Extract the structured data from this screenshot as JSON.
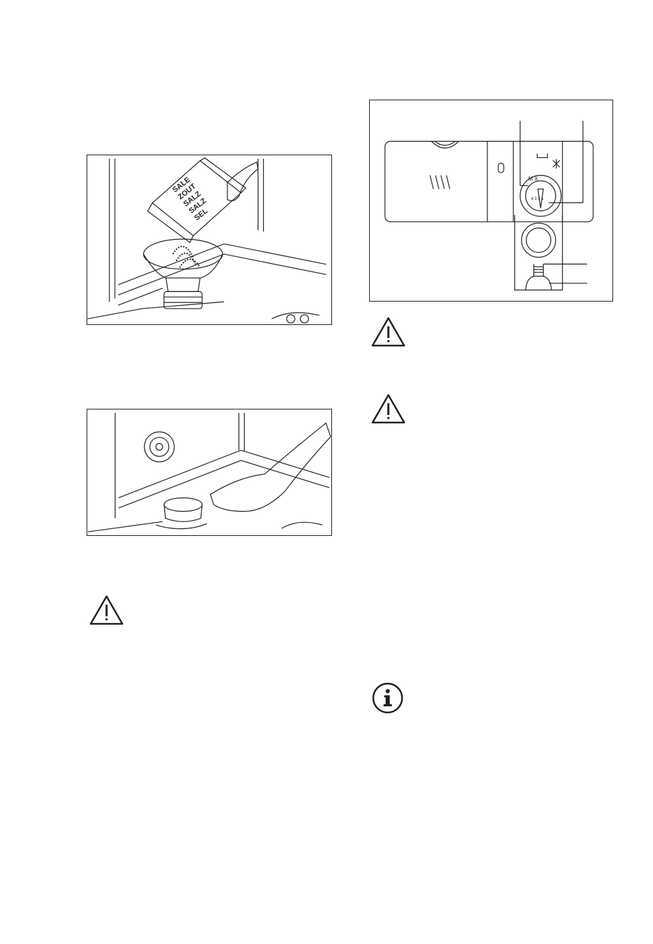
{
  "salt_box": {
    "labels": [
      "SALE",
      "ZOUT",
      "SALZ",
      "SALZ",
      "SEL"
    ]
  },
  "dial": {
    "letters": "M   X",
    "numbers": "4 3 2 1"
  },
  "icons": {
    "warning": "warning-triangle-icon",
    "info": "info-circle-icon"
  }
}
